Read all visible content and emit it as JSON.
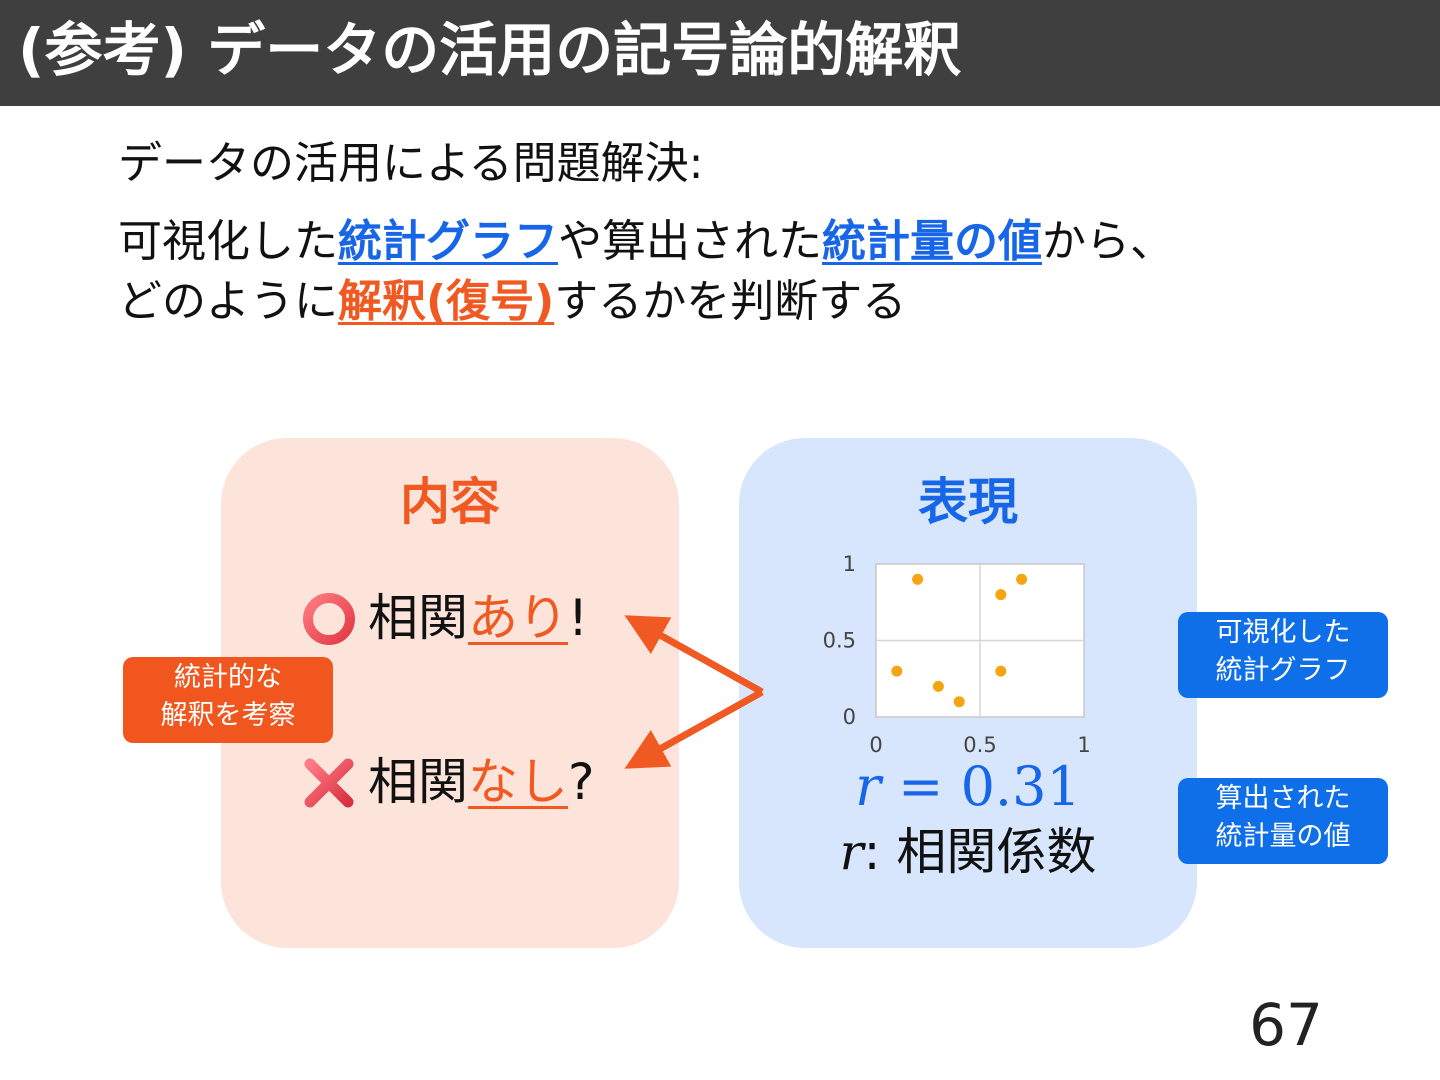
{
  "slide": {
    "title": "(参考) データの活用の記号論的解釈",
    "page_number": "67"
  },
  "intro": {
    "line1": "データの活用による問題解決:",
    "line2": {
      "part1": "可視化した",
      "link1": "統計グラフ",
      "part2": "や算出された",
      "link2": "統計量の値",
      "part3": "から、"
    },
    "line3": {
      "part1": "どのように",
      "highlight": "解釈(復号)",
      "part2": "するかを判断する"
    }
  },
  "content_panel": {
    "title": "内容",
    "positive": {
      "icon": "circle-icon",
      "prefix": "相関",
      "underlined": "あり",
      "suffix": "!"
    },
    "negative": {
      "icon": "cross-icon",
      "prefix": "相関",
      "underlined": "なし",
      "suffix": "?"
    }
  },
  "representation_panel": {
    "title": "表現",
    "r_symbol": "r",
    "r_equals": " = 0.31",
    "r_desc_suffix": ": 相関係数"
  },
  "callouts": {
    "left": {
      "line1": "統計的な",
      "line2": "解釈を考察"
    },
    "right_top": {
      "line1": "可視化した",
      "line2": "統計グラフ"
    },
    "right_bottom": {
      "line1": "算出された",
      "line2": "統計量の値"
    }
  },
  "colors": {
    "title_bar": "#3f3f3f",
    "accent_blue": "#1766e8",
    "accent_orange": "#f05a22",
    "content_panel_bg": "#fde4da",
    "repr_panel_bg": "#d7e6fc",
    "scatter_point": "#f5a511"
  },
  "chart_data": {
    "type": "scatter",
    "x": [
      0.2,
      0.3,
      0.4,
      0.6,
      0.6,
      0.7,
      0.1
    ],
    "y": [
      0.9,
      0.2,
      0.1,
      0.8,
      0.3,
      0.9,
      0.3
    ],
    "x_ticks": [
      "0",
      "0.5",
      "1"
    ],
    "y_ticks": [
      "0",
      "0.5",
      "1"
    ],
    "xlim": [
      0,
      1
    ],
    "ylim": [
      0,
      1
    ],
    "grid": true
  }
}
